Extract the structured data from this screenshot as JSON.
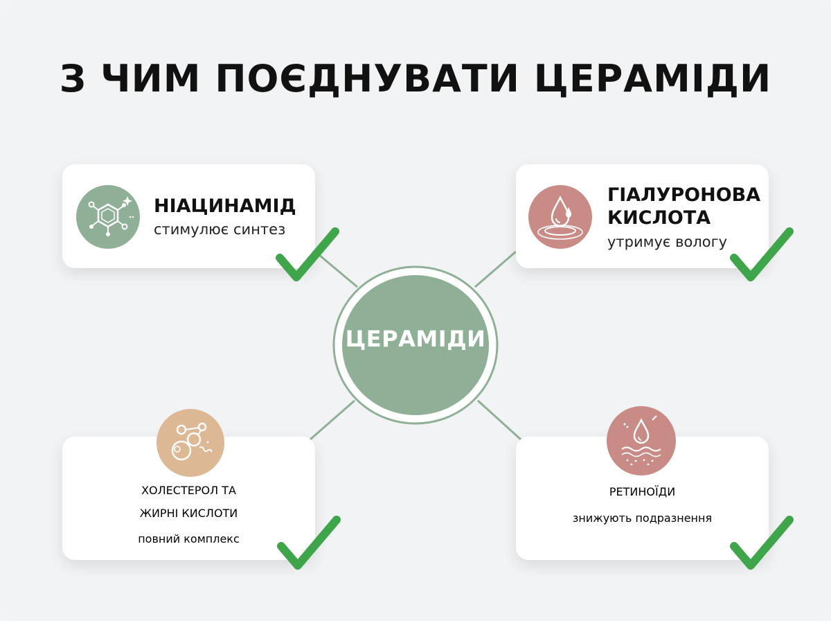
{
  "title": "З ЧИМ ПОЄДНУВАТИ ЦЕРАМІДИ",
  "center": {
    "label": "ЦЕРАМІДИ",
    "color": "#8fb096"
  },
  "items": [
    {
      "name": "НІАЦИНАМІД",
      "desc": "стимулює синтез",
      "icon": "molecule-icon",
      "icon_color": "#8fb096"
    },
    {
      "name_line1": "ГІАЛУРОНОВА",
      "name_line2": "КИСЛОТА",
      "desc": "утримує вологу",
      "icon": "water-drop-icon",
      "icon_color": "#c98b86"
    },
    {
      "name_line1": "ХОЛЕСТЕРОЛ ТА",
      "name_line2": "ЖИРНІ КИСЛОТИ",
      "desc": "повний комплекс",
      "icon": "bubbles-icon",
      "icon_color": "#ddb894"
    },
    {
      "name": "РЕТИНОЇДИ",
      "desc": "знижують подразнення",
      "icon": "skin-layer-icon",
      "icon_color": "#c98b86"
    }
  ],
  "check_color": "#3fa54a",
  "connector_color": "#8fb096"
}
